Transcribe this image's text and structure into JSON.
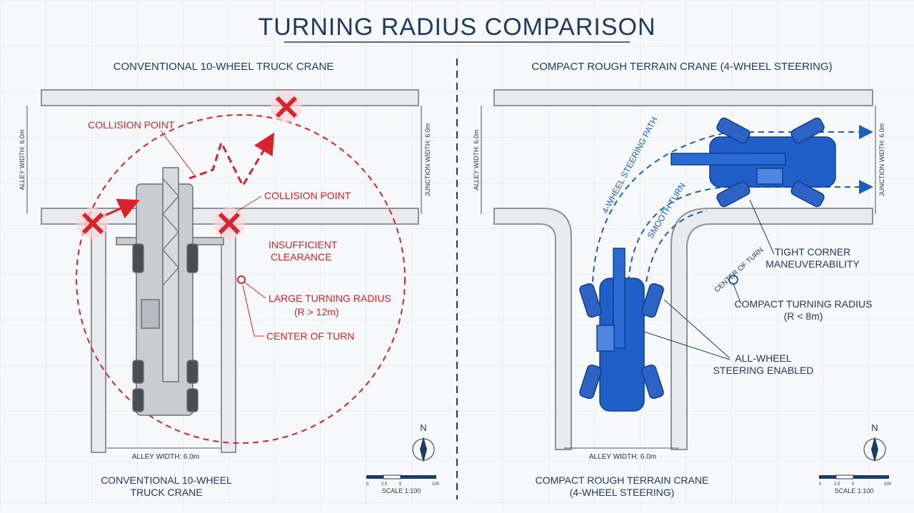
{
  "title": "TURNING RADIUS COMPARISON",
  "colors": {
    "navy": "#1f3a63",
    "red": "#d8232a",
    "blue": "#1d5fbf",
    "grid": "#d5dbe2",
    "road": "#8e9298"
  },
  "left": {
    "heading": "CONVENTIONAL 10-WHEEL TRUCK CRANE",
    "footer_line1": "CONVENTIONAL 10-WHEEL",
    "footer_line2": "TRUCK CRANE",
    "alley_width_bottom": "ALLEY WIDTH: 6.0m",
    "alley_width_side": "ALLEY WIDTH: 6.0m",
    "junction_width": "JUNCTION WIDTH: 6.0m",
    "collision_point_top": "COLLISION POINT",
    "collision_point_right": "COLLISION POINT",
    "insufficient_1": "INSUFFICIENT",
    "insufficient_2": "CLEARANCE",
    "large_radius_1": "LARGE TURNING RADIUS",
    "large_radius_2": "(R > 12m)",
    "center_of_turn": "CENTER OF TURN",
    "north": "N",
    "scale": "SCALE 1:100",
    "scale_ticks": [
      "0",
      "2.5",
      "5",
      "100"
    ]
  },
  "right": {
    "heading": "COMPACT ROUGH TERRAIN CRANE (4-WHEEL STEERING)",
    "footer_line1": "COMPACT ROUGH TERRAIN CRANE",
    "footer_line2": "(4-WHEEL STEERING)",
    "alley_width_bottom": "ALLEY WIDTH: 6.0m",
    "alley_width_side": "ALLEY WIDTH: 6.0m",
    "junction_width": "JUNCTION WIDTH: 6.0m",
    "steering_path": "4-WHEEL STEERING PATH",
    "smooth_turn": "SMOOTH TURN",
    "center_of_turn": "CENTER OF TURN",
    "tight_corner_1": "TIGHT CORNER",
    "tight_corner_2": "MANEUVERABILITY",
    "compact_radius_1": "COMPACT TURNING RADIUS",
    "compact_radius_2": "(R < 8m)",
    "all_wheel_1": "ALL-WHEEL",
    "all_wheel_2": "STEERING ENABLED",
    "north": "N",
    "scale": "SCALE 1:100",
    "scale_ticks": [
      "0",
      "2.5",
      "5",
      "100"
    ]
  }
}
